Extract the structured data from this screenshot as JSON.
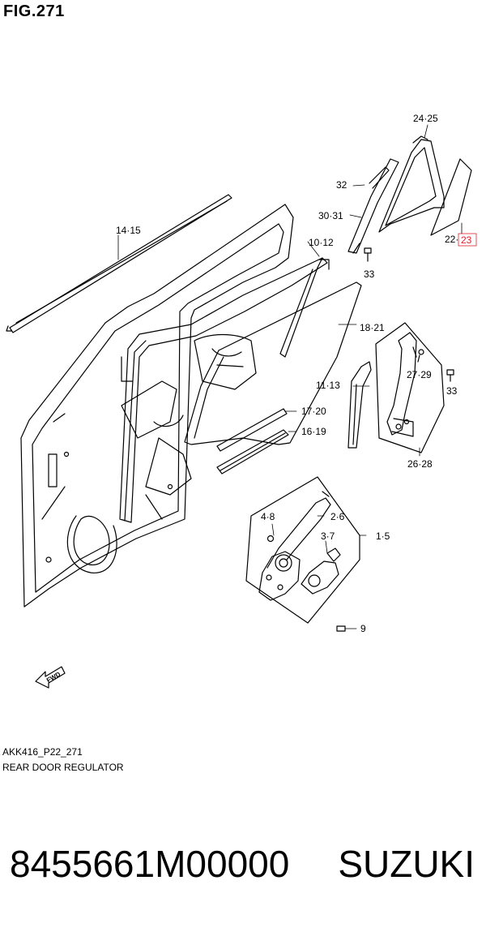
{
  "figure": {
    "title": "FIG.271",
    "code": "AKK416_P22_271",
    "caption": "REAR DOOR REGULATOR"
  },
  "callouts": {
    "c24_25": "24·25",
    "c32": "32",
    "c30_31": "30·31",
    "c22": "22·",
    "c23": "23",
    "c14_15": "14·15",
    "c10_12": "10·12",
    "c33a": "33",
    "c18_21": "18·21",
    "c27_29": "27·29",
    "c11_13": "11·13",
    "c33b": "33",
    "c17_20": "17·20",
    "c16_19": "16·19",
    "c26_28": "26·28",
    "c4_8": "4·8",
    "c2_6": "2·6",
    "c3_7": "3·7",
    "c1_5": "1·5",
    "c9": "9",
    "fwd": "FWD"
  },
  "highlight_color": "#d9232d",
  "product": {
    "part_number": "8455661M00000",
    "brand": "SUZUKI"
  }
}
